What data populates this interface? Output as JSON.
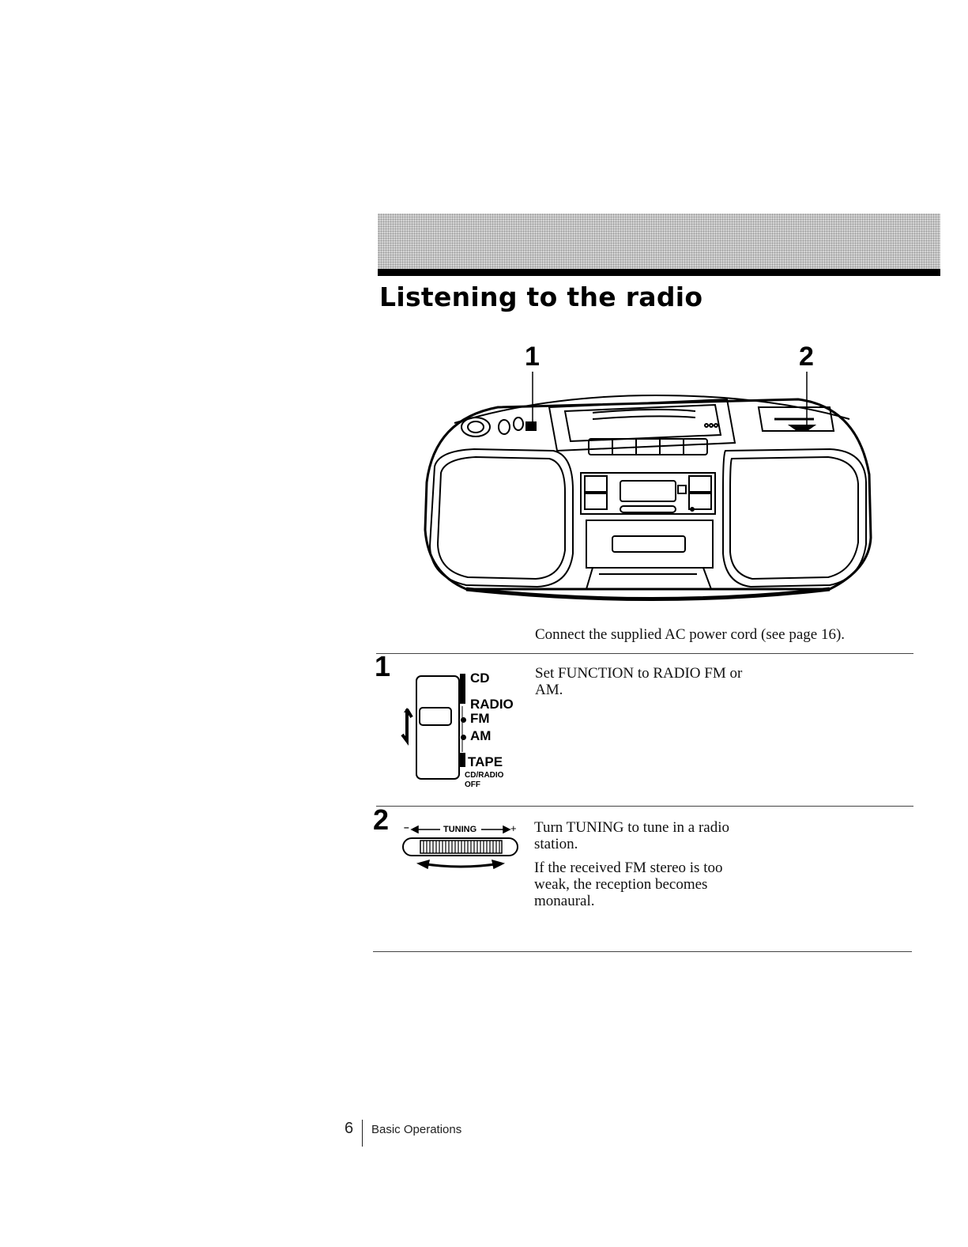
{
  "header": {
    "title": "Listening to the radio"
  },
  "illustration": {
    "callout_1": "1",
    "callout_2": "2"
  },
  "intro": {
    "text": "Connect the supplied AC power cord (see page 16)."
  },
  "steps": [
    {
      "number": "1",
      "text": "Set FUNCTION to RADIO FM or AM.",
      "labels": {
        "cd": "CD",
        "radio": "RADIO",
        "fm": "FM",
        "am": "AM",
        "tape": "TAPE",
        "cd_radio": "CD/RADIO",
        "off": "OFF"
      }
    },
    {
      "number": "2",
      "text": "Turn TUNING to tune in a radio station.",
      "note": "If the received FM stereo is too weak, the reception becomes monaural.",
      "labels": {
        "minus": "–",
        "tuning": "TUNING",
        "plus": "+"
      }
    }
  ],
  "footer": {
    "page_number": "6",
    "section": "Basic Operations"
  }
}
